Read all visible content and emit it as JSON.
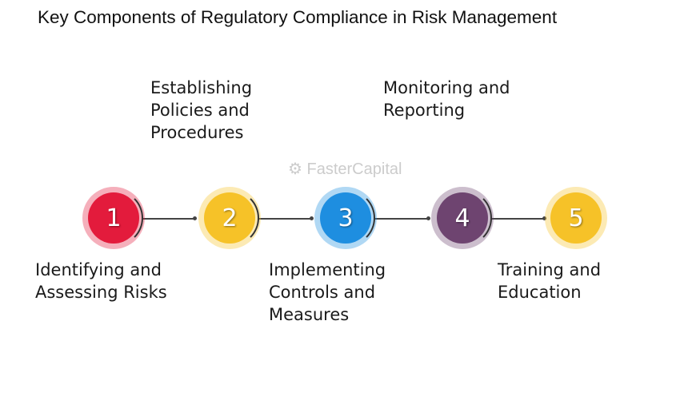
{
  "title": "Key Components of Regulatory Compliance in Risk Management",
  "watermark": "FasterCapital",
  "steps": [
    {
      "number": "1",
      "label": "Identifying and\nAssessing Risks",
      "color": "#e31b3c"
    },
    {
      "number": "2",
      "label": "Establishing\nPolicies and\nProcedures",
      "color": "#f6c228"
    },
    {
      "number": "3",
      "label": "Implementing\nControls and\nMeasures",
      "color": "#1e8ee0"
    },
    {
      "number": "4",
      "label": "Monitoring and\nReporting",
      "color": "#6e4470"
    },
    {
      "number": "5",
      "label": "Training and\nEducation",
      "color": "#f6c228"
    }
  ]
}
